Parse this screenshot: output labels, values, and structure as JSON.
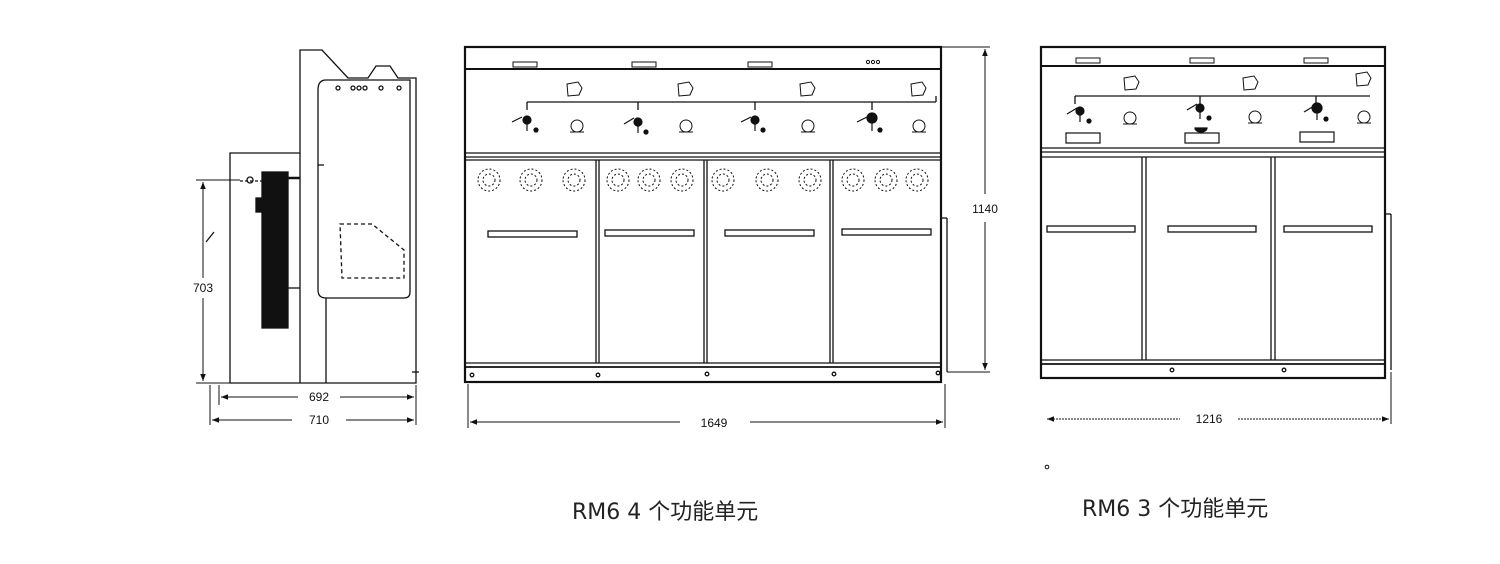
{
  "dimensions": {
    "side_height": "703",
    "side_depth_inner": "692",
    "side_depth_outer": "710",
    "cabinet_height": "1140",
    "width_4_units": "1649",
    "width_3_units": "1216"
  },
  "captions": {
    "four_units": "RM6  4 个功能单元",
    "three_units": "RM6  3 个功能单元"
  },
  "colors": {
    "line": "#111111",
    "background": "#ffffff"
  }
}
